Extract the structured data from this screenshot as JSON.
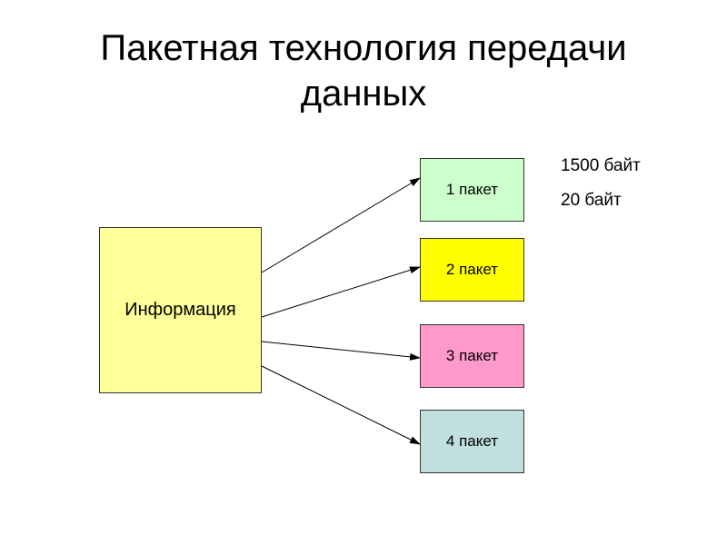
{
  "title": {
    "line1": "Пакетная технология передачи",
    "line2": "данных"
  },
  "source": {
    "label": "Информация",
    "color": "#ffff99"
  },
  "packets": [
    {
      "label": "1 пакет",
      "color": "#ccffcc"
    },
    {
      "label": "2 пакет",
      "color": "#ffff00"
    },
    {
      "label": "3 пакет",
      "color": "#ff99cc"
    },
    {
      "label": "4 пакет",
      "color": "#c0e0e0"
    }
  ],
  "notes": [
    "1500 байт",
    "20 байт"
  ]
}
